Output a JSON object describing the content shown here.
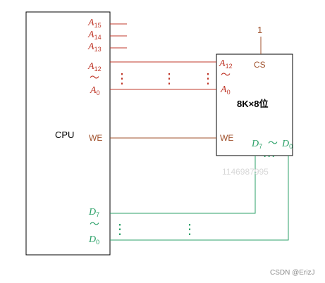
{
  "colors": {
    "red": "#c0392b",
    "brown": "#a0522d",
    "green": "#2ea26a",
    "black": "#000000",
    "grey": "#d8d8d8"
  },
  "cpu": {
    "label": "CPU",
    "pins": {
      "a15": {
        "base": "A",
        "sub": "15"
      },
      "a14": {
        "base": "A",
        "sub": "14"
      },
      "a13": {
        "base": "A",
        "sub": "13"
      },
      "a12": {
        "base": "A",
        "sub": "12"
      },
      "a0": {
        "base": "A",
        "sub": "0"
      },
      "we": "WE",
      "d7": {
        "base": "D",
        "sub": "7"
      },
      "d0": {
        "base": "D",
        "sub": "0"
      }
    }
  },
  "chip": {
    "label": "8K×8位",
    "cs": "CS",
    "cs_input": "1",
    "a12": {
      "base": "A",
      "sub": "12"
    },
    "a0": {
      "base": "A",
      "sub": "0"
    },
    "we": "WE",
    "d7": {
      "base": "D",
      "sub": "7"
    },
    "d0": {
      "base": "D",
      "sub": "0"
    },
    "range": "～"
  },
  "range_symbol": "～",
  "ellipsis": "⋮",
  "ellipsis_h": "···",
  "watermark": "1146987995",
  "footer": "CSDN @ErizJ"
}
